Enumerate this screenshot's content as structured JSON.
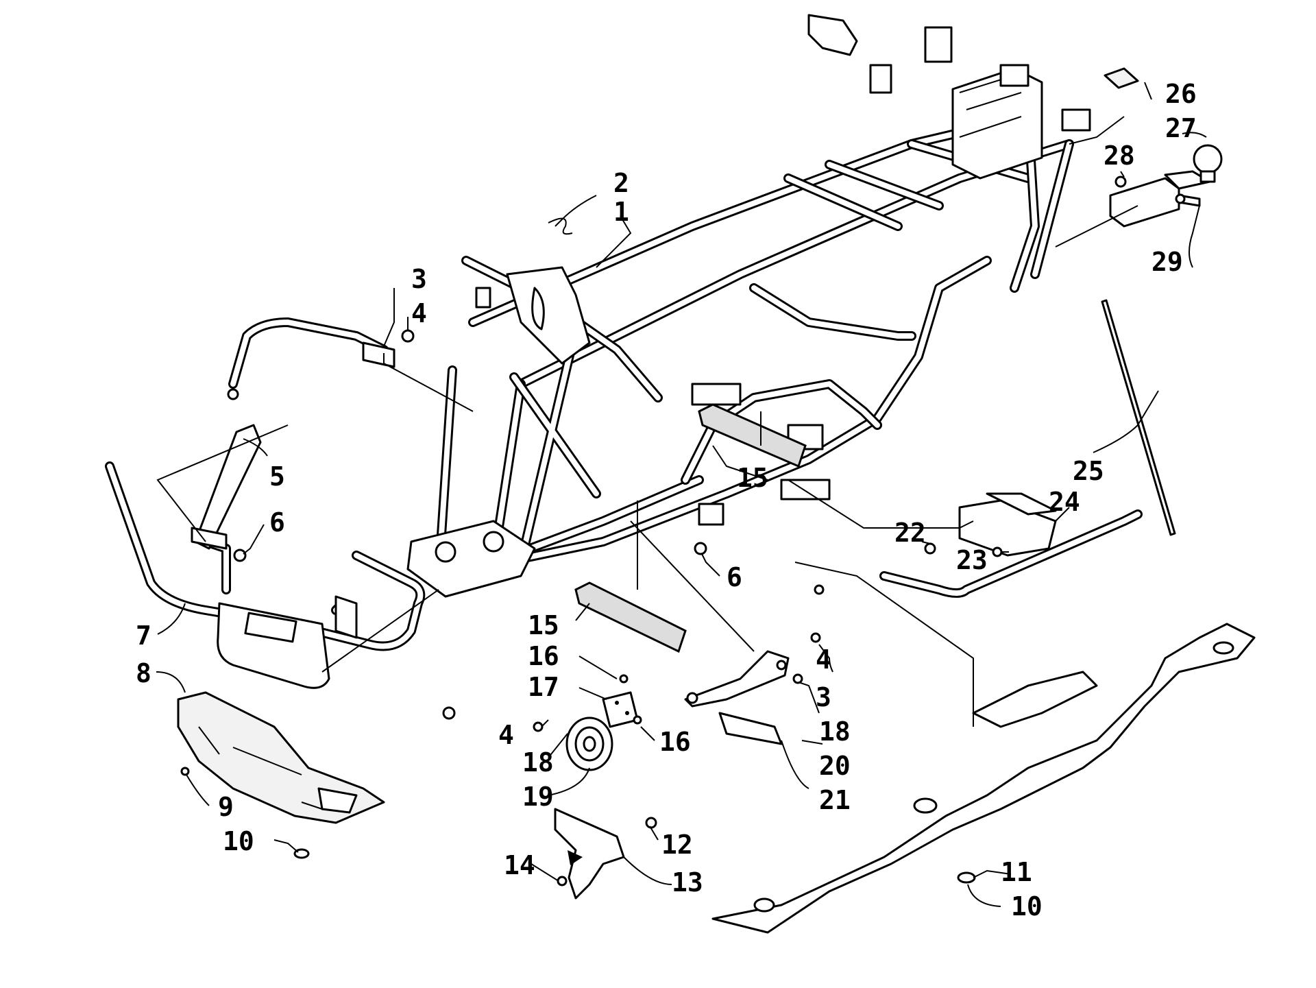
{
  "callouts": {
    "c1": "1",
    "c2": "2",
    "c3a": "3",
    "c3b": "3",
    "c4a": "4",
    "c4b": "4",
    "c4c": "4",
    "c5": "5",
    "c6a": "6",
    "c6b": "6",
    "c7": "7",
    "c8": "8",
    "c9": "9",
    "c10a": "10",
    "c10b": "10",
    "c11": "11",
    "c12": "12",
    "c13": "13",
    "c14": "14",
    "c15a": "15",
    "c15b": "15",
    "c16a": "16",
    "c16b": "16",
    "c17": "17",
    "c18a": "18",
    "c18b": "18",
    "c19": "19",
    "c20": "20",
    "c21": "21",
    "c22": "22",
    "c23": "23",
    "c24": "24",
    "c25": "25",
    "c26": "26",
    "c27": "27",
    "c28": "28",
    "c29": "29"
  }
}
